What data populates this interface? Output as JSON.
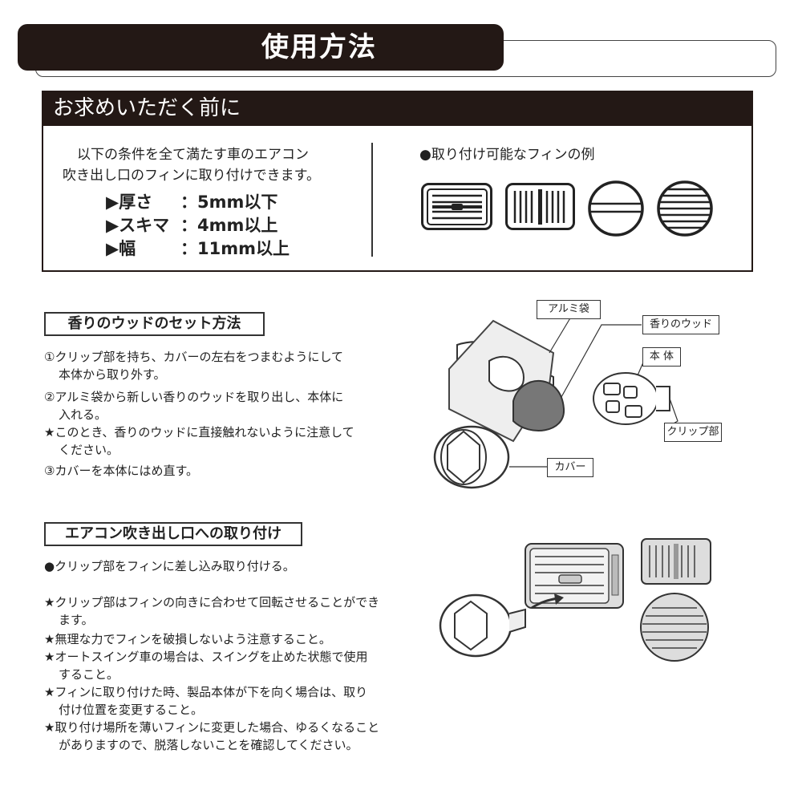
{
  "title": "使用方法",
  "before": {
    "heading": "お求めいただく前に",
    "conditions": [
      "以下の条件を全て満たす車のエアコン",
      "吹き出し口のフィンに取り付けできます。"
    ],
    "specs": [
      {
        "label": "▶厚さ",
        "value": "：5mm以下"
      },
      {
        "label": "▶スキマ",
        "value": "：4mm以上"
      },
      {
        "label": "▶幅",
        "value": "：11mm以上"
      }
    ],
    "fin_examples_title": "●取り付け可能なフィンの例"
  },
  "set_method": {
    "heading": "香りのウッドのセット方法",
    "steps": [
      [
        "①クリップ部を持ち、カバーの左右をつまむようにして",
        "本体から取り外す。"
      ],
      [
        "②アルミ袋から新しい香りのウッドを取り出し、本体に",
        "入れる。"
      ],
      [
        "★このとき、香りのウッドに直接触れないように注意して",
        "ください。"
      ],
      [
        "③カバーを本体にはめ直す。"
      ]
    ],
    "callouts": {
      "aluminum_bag": "アルミ袋",
      "wood": "香りのウッド",
      "body": "本 体",
      "clip": "クリップ部",
      "cover": "カバー"
    }
  },
  "install": {
    "heading": "エアコン吹き出し口への取り付け",
    "main": "●クリップ部をフィンに差し込み取り付ける。",
    "notes": [
      [
        "★クリップ部はフィンの向きに合わせて回転させることができ",
        "ます。"
      ],
      [
        "★無理な力でフィンを破損しないよう注意すること。"
      ],
      [
        "★オートスイング車の場合は、スイングを止めた状態で使用",
        "すること。"
      ],
      [
        "★フィンに取り付けた時、製品本体が下を向く場合は、取り",
        "付け位置を変更すること。"
      ],
      [
        "★取り付け場所を薄いフィンに変更した場合、ゆるくなること",
        "がありますので、脱落しないことを確認してください。"
      ]
    ]
  }
}
